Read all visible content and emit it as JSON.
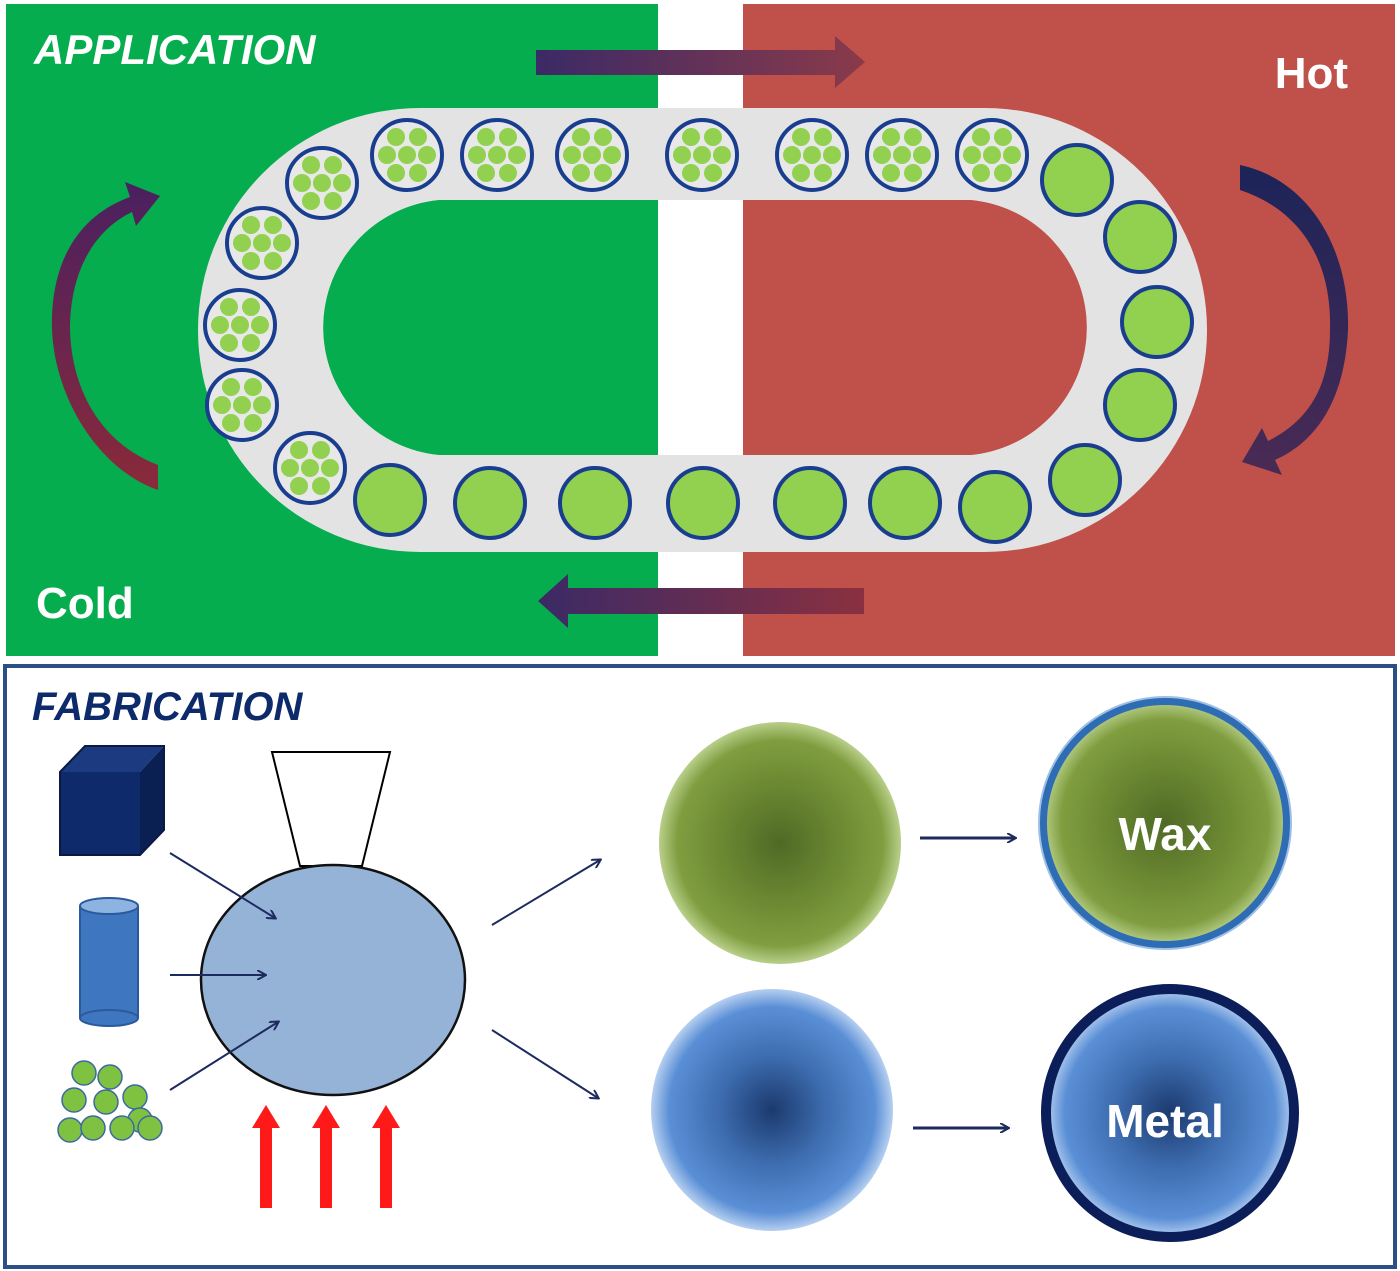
{
  "application": {
    "title": "APPLICATION",
    "cold_label": "Cold",
    "hot_label": "Hot",
    "colors": {
      "cold_zone": "#05ad4f",
      "hot_zone": "#c0504a",
      "loop_track": "#e3e3e3",
      "capsule_fill": "#92d050",
      "capsule_outline": "#1a3e8f",
      "arrow_start": "#3b2a66",
      "arrow_end": "#8a3040"
    },
    "capsules": {
      "particle_filled_count": 12,
      "solid_count": 12
    },
    "flow": [
      "cold-to-hot (top)",
      "hot side downward (right)",
      "hot-to-cold (bottom)",
      "cold side upward (left)"
    ]
  },
  "fabrication": {
    "title": "FABRICATION",
    "inputs": [
      "cube",
      "cylinder",
      "particles"
    ],
    "heating_arrow_count": 3,
    "products": [
      {
        "core": "green-core",
        "shell_label": "Wax",
        "shell_color": "#2e6db4"
      },
      {
        "core": "blue-core",
        "shell_label": "Metal",
        "shell_color": "#0b1e5a"
      }
    ],
    "colors": {
      "frame": "#2c4f86",
      "vessel_fill": "#95b3d7",
      "cube_fill": "#0f2a6b",
      "cylinder_fill": "#3e76c0",
      "particle_fill": "#7fc241",
      "heat_arrow": "#ff1a1a",
      "green_core": "#77933c",
      "blue_core": "#4f81bd"
    }
  }
}
